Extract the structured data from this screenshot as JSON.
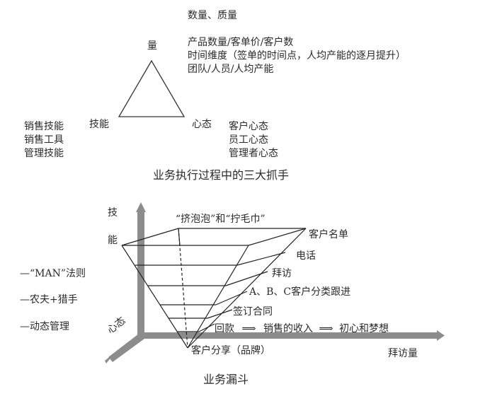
{
  "triangle_diagram": {
    "caption": "业务执行过程中的三大抓手",
    "vertices": {
      "top": "量",
      "left": "技能",
      "right": "心态"
    },
    "top_notes": {
      "header": "数量、质量",
      "items": [
        "产品数量/客单价/客户数",
        "时间维度（签单的时间点，人均产能的逐月提升）",
        "团队/人员/人均产能"
      ]
    },
    "left_notes": [
      "销售技能",
      "销售工具",
      "管理技能"
    ],
    "right_notes": [
      "客户心态",
      "员工心态",
      "管理者心态"
    ]
  },
  "funnel_diagram": {
    "caption": "业务漏斗",
    "axes": {
      "vertical": [
        "技",
        "能"
      ],
      "horizontal": "拜访量",
      "depth": "心态"
    },
    "top_label": "“挤泡泡”和“拧毛巾”",
    "stages": [
      "客户名单",
      "电话",
      "拜访",
      "A、B、C客户分类跟进",
      "签订合同"
    ],
    "final_stage": {
      "label": "回款",
      "flow": [
        "销售的收入",
        "初心和梦想"
      ],
      "arrow": "⟹"
    },
    "bottom_label": "客户分享（品牌）",
    "left_notes": [
      "—“MAN”法则",
      "—农夫+猎手",
      "—动态管理"
    ]
  }
}
